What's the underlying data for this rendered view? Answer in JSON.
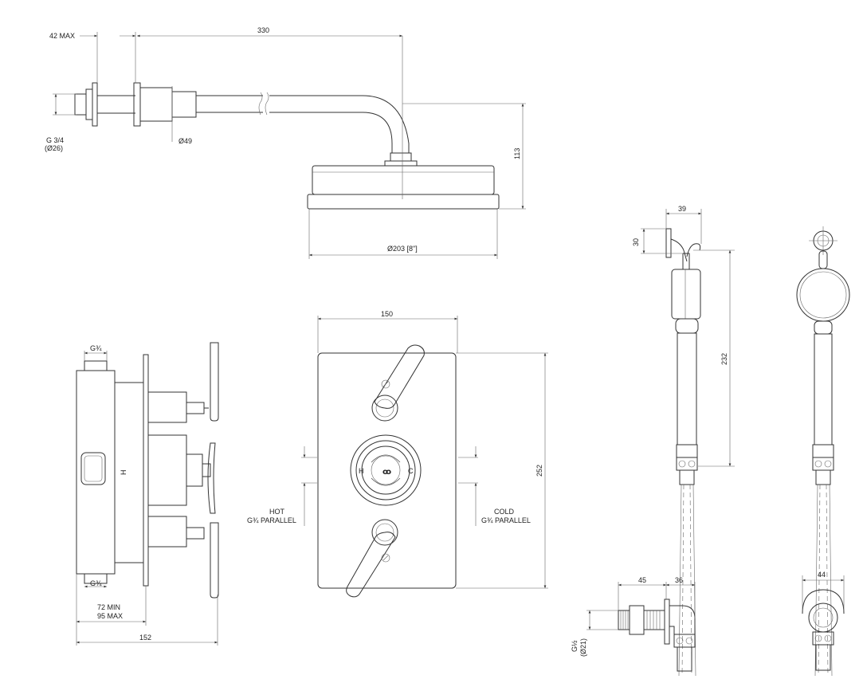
{
  "colors": {
    "line": "#333333",
    "background": "#ffffff"
  },
  "shower_head": {
    "dim_wall_max": "42 MAX",
    "dim_arm_length": "330",
    "dim_inlet_thread": "G 3/4",
    "dim_inlet_diameter": "(Ø26)",
    "dim_flange_diameter": "Ø49",
    "dim_height": "113",
    "dim_head_diameter": "Ø203 [8\"]"
  },
  "hand_shower": {
    "dim_hook_width": "39",
    "dim_hook_height": "30",
    "dim_handset_length": "232"
  },
  "side_view": {
    "dim_top_inlet": "G¾",
    "dim_bottom_inlet": "G¾",
    "dim_min_depth": "72 MIN",
    "dim_max_depth": "95 MAX",
    "dim_total_depth": "152",
    "hot_mark": "H"
  },
  "front_view": {
    "dim_plate_width": "150",
    "dim_plate_height": "252",
    "hot_label_1": "HOT",
    "hot_label_2": "G¾ PARALLEL",
    "cold_label_1": "COLD",
    "cold_label_2": "G¾ PARALLEL",
    "dial_mark_h": "H",
    "dial_mark_c": "C"
  },
  "wall_outlet": {
    "dim_body_length": "45",
    "dim_elbow_length": "36",
    "dim_thread_1": "G½",
    "dim_thread_2": "(Ø21)",
    "dim_front_width": "44"
  }
}
